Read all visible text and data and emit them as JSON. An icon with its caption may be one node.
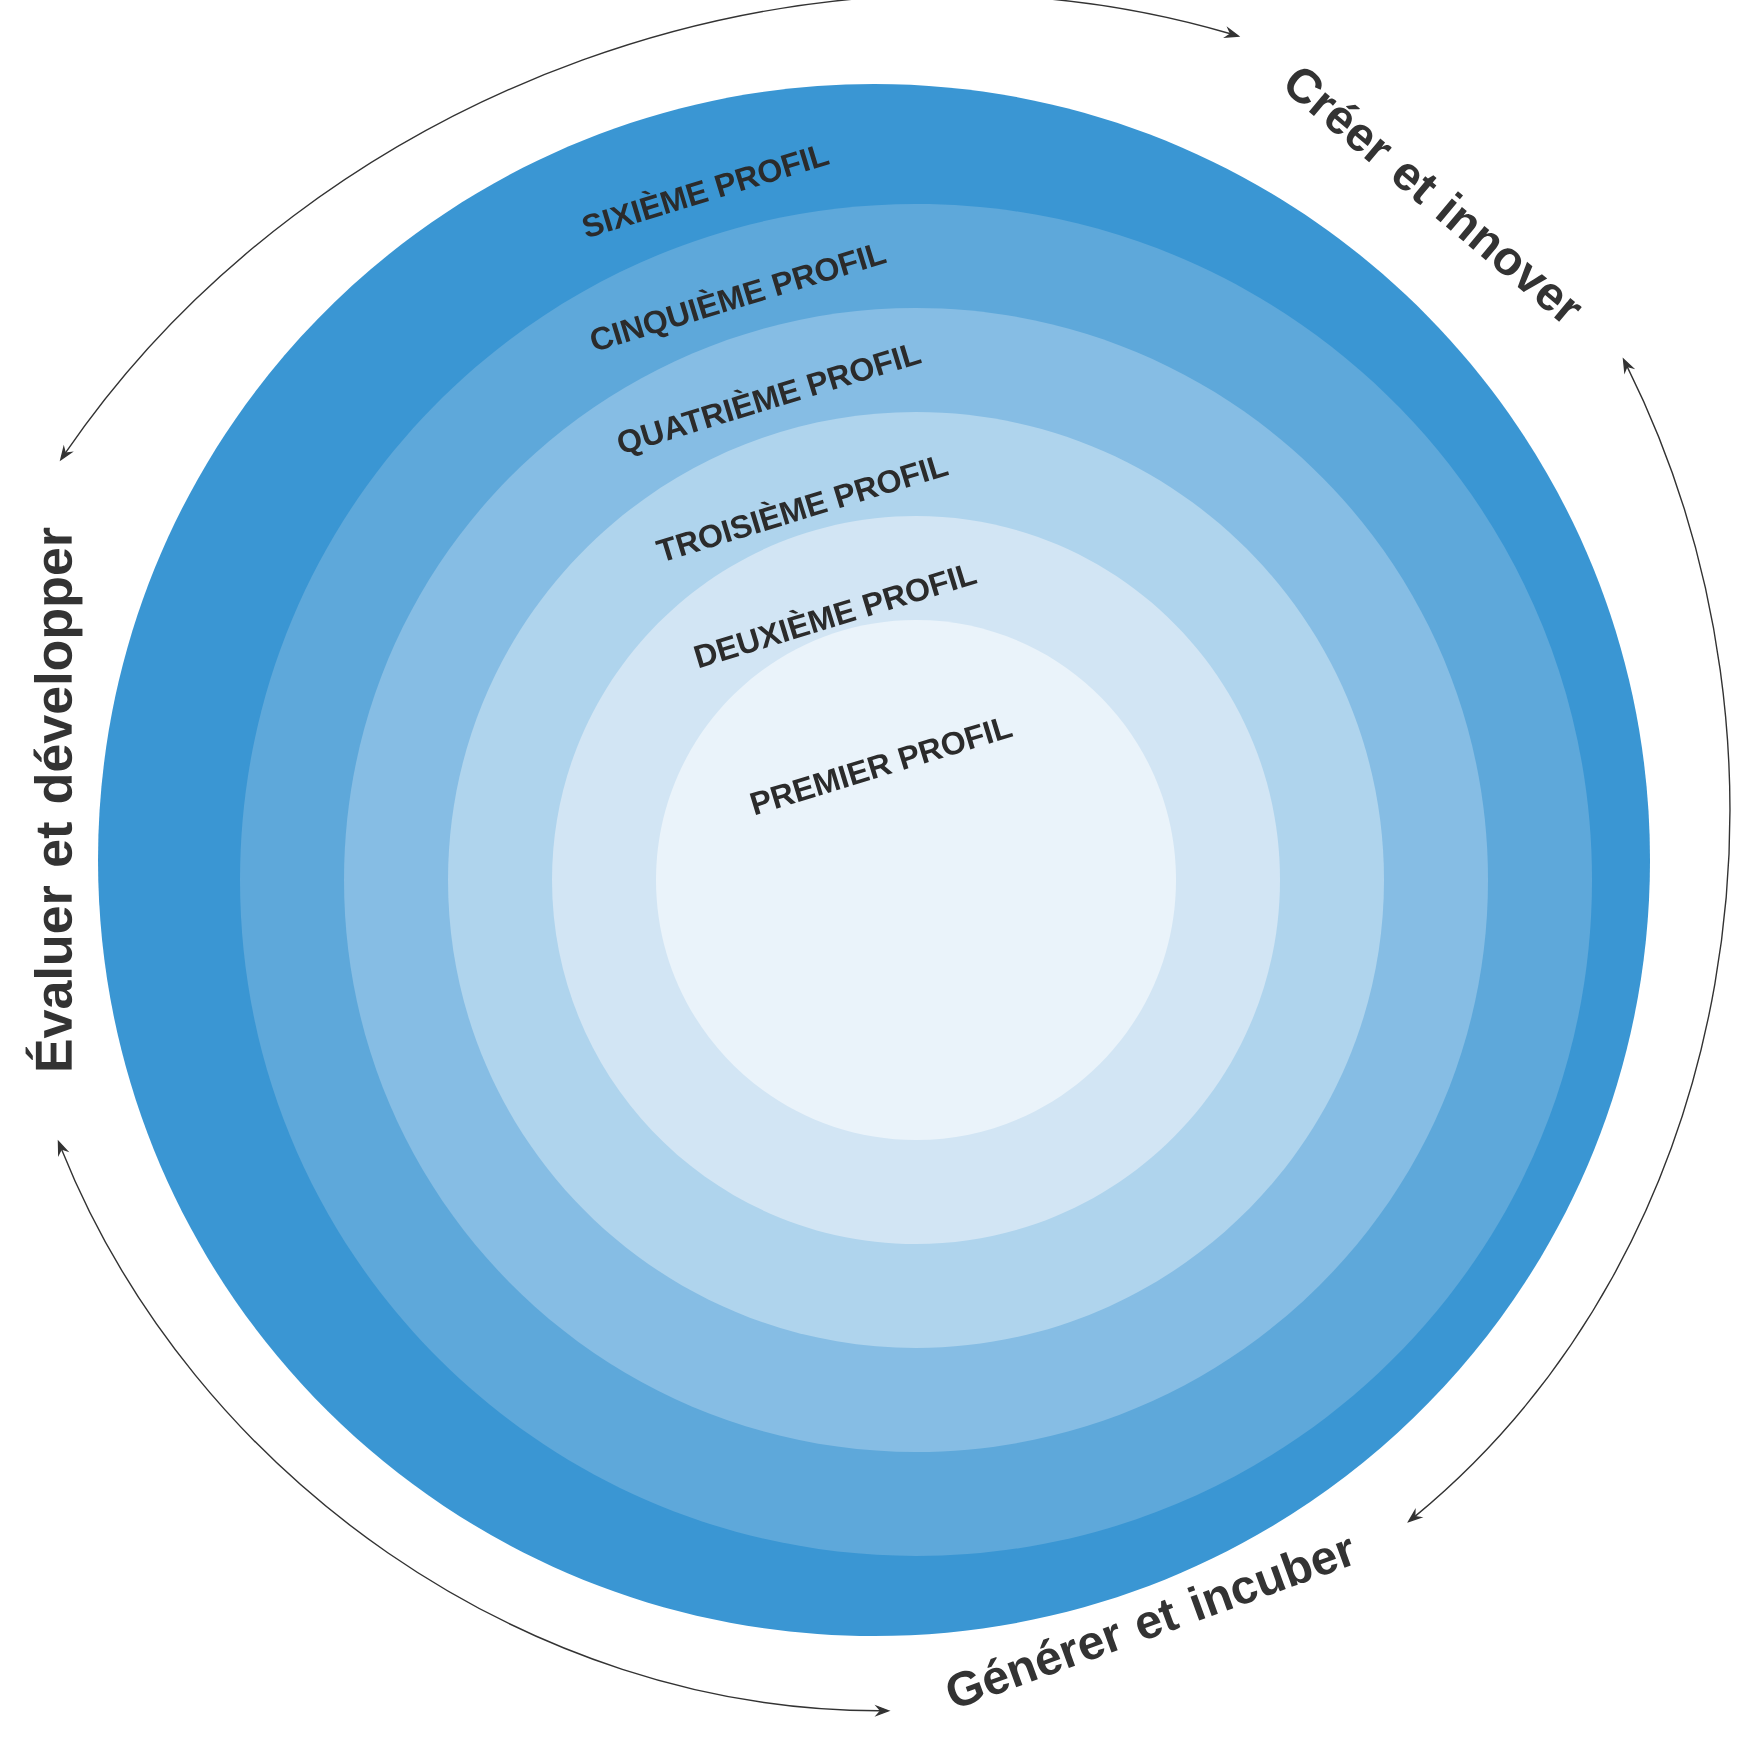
{
  "diagram": {
    "nodes": [
      {
        "text": [
          "SIXIÈME PROFIL"
        ]
      },
      {
        "text": [
          "CINQUIÈME PROFIL"
        ],
        "in": 0
      },
      {
        "text": [
          "QUATRIÈME PROFIL"
        ],
        "in": 1
      },
      {
        "text": [
          "TROISIÈME PROFIL"
        ],
        "in": 2
      },
      {
        "text": [
          "DEUXIÈME PROFIL"
        ],
        "in": 3
      },
      {
        "text": [
          "PREMIER PROFIL"
        ],
        "in": 4
      },
      {
        "text": [
          "Créer et innover"
        ]
      },
      {
        "text": [
          "Évaluer et développer"
        ]
      },
      {
        "text": [
          "Générer et incuber"
        ]
      }
    ],
    "edges": [
      {
        "from": 7,
        "to": 6,
        "arrow": "both"
      },
      {
        "from": 6,
        "to": 8,
        "arrow": "both"
      },
      {
        "from": 8,
        "to": 7,
        "arrow": "both"
      }
    ]
  }
}
